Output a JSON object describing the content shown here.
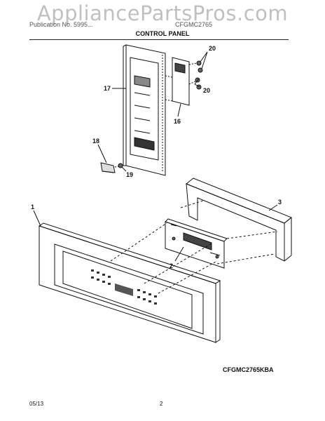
{
  "watermark": "AppliancePartsPros.com",
  "header": {
    "left_text": "Publication No. 5995...",
    "right_text": "CFGMC2765",
    "section_title": "CONTROL PANEL"
  },
  "callouts": {
    "c20a": "20",
    "c20b": "20",
    "c17": "17",
    "c16": "16",
    "c18": "18",
    "c19": "19",
    "c1": "1",
    "c2": "2",
    "c3": "3"
  },
  "footer": {
    "model": "CFGMC2765KBA",
    "date": "05/13",
    "page_number": "2"
  }
}
